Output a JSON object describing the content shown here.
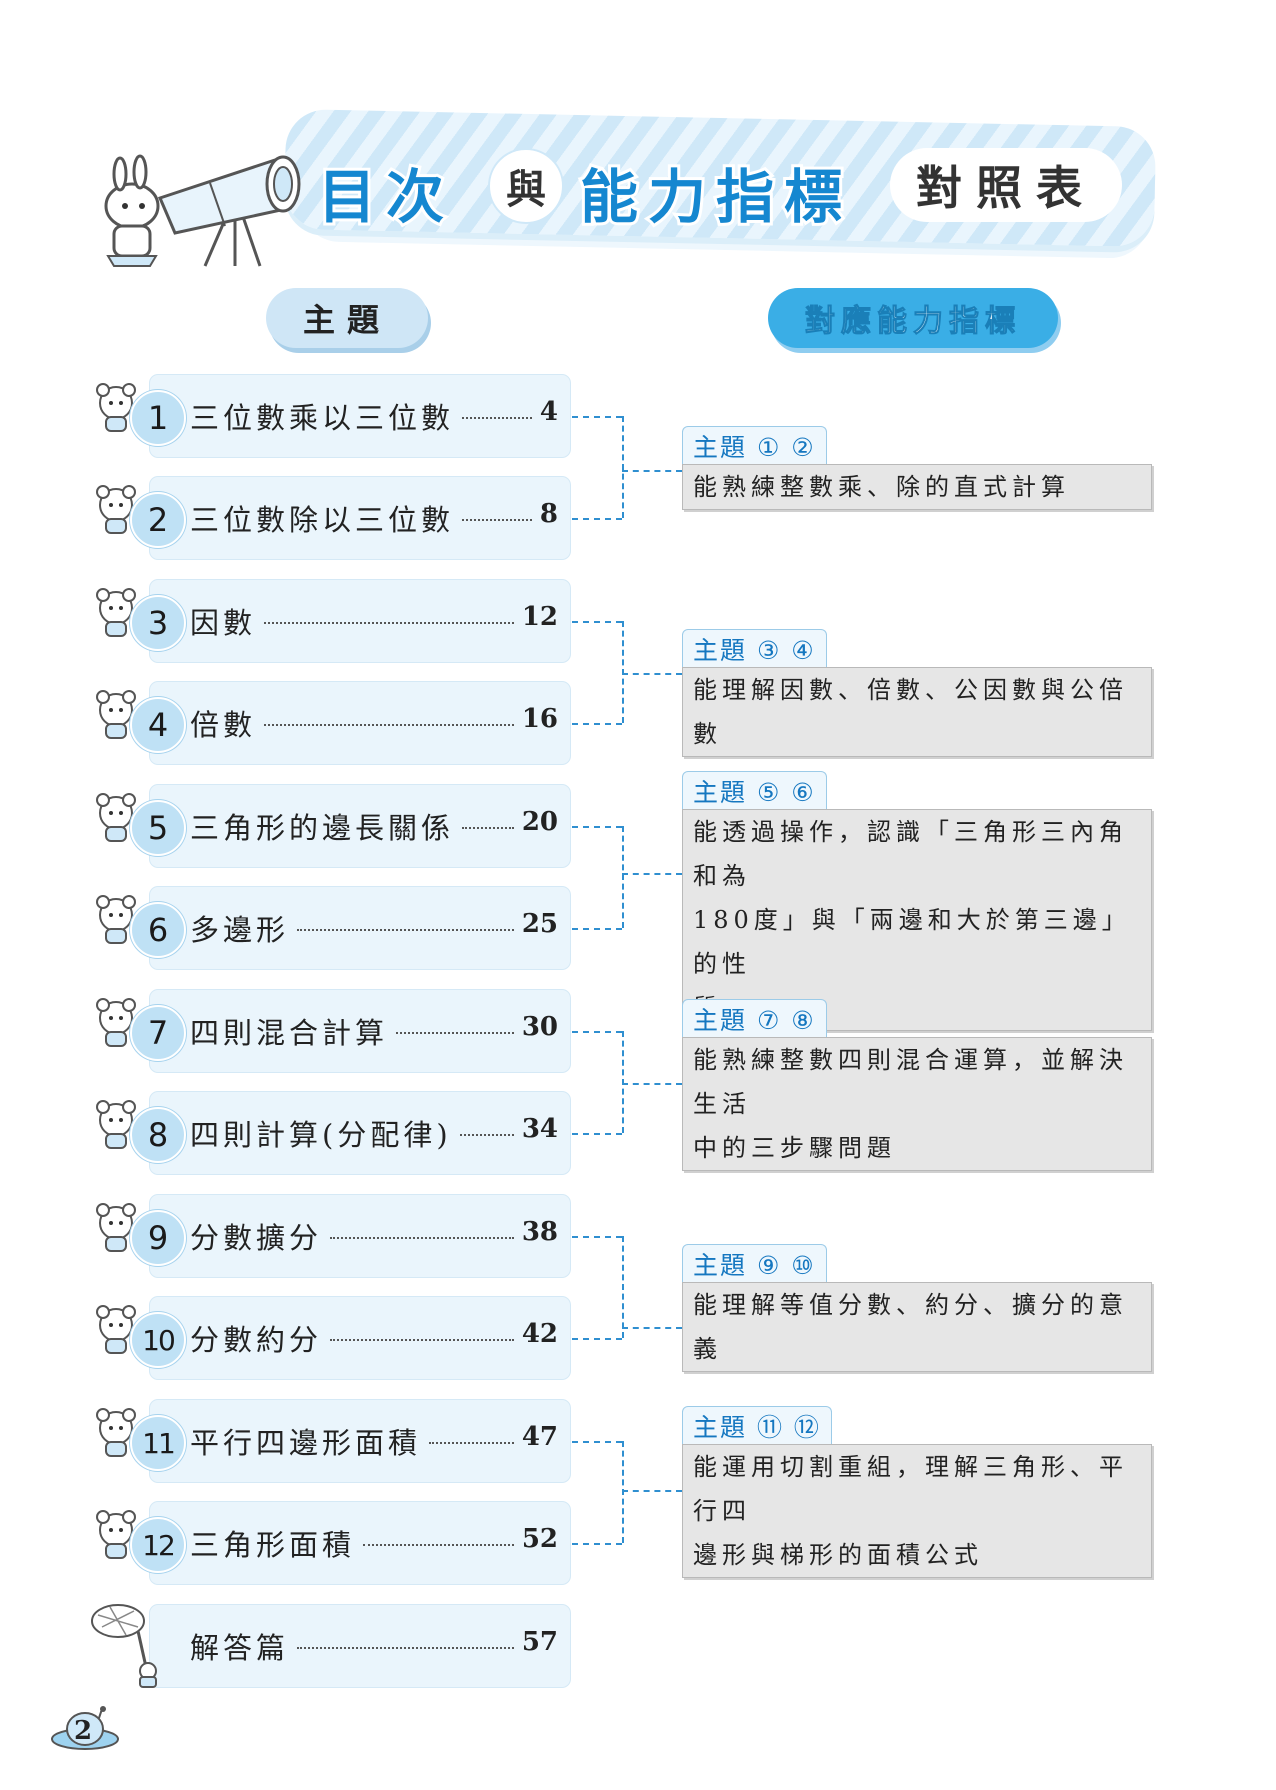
{
  "header": {
    "title_part1": "目次",
    "title_and": "與",
    "title_part2": "能力指標",
    "title_part3": "對照表"
  },
  "columns": {
    "left": "主題",
    "right": "對應能力指標"
  },
  "topics": [
    {
      "num": "1",
      "title": "三位數乘以三位數",
      "page": "4"
    },
    {
      "num": "2",
      "title": "三位數除以三位數",
      "page": "8"
    },
    {
      "num": "3",
      "title": "因數",
      "page": "12"
    },
    {
      "num": "4",
      "title": "倍數",
      "page": "16"
    },
    {
      "num": "5",
      "title": "三角形的邊長關係",
      "page": "20"
    },
    {
      "num": "6",
      "title": "多邊形",
      "page": "25"
    },
    {
      "num": "7",
      "title": "四則混合計算",
      "page": "30"
    },
    {
      "num": "8",
      "title": "四則計算(分配律)",
      "page": "34"
    },
    {
      "num": "9",
      "title": "分數擴分",
      "page": "38"
    },
    {
      "num": "10",
      "title": "分數約分",
      "page": "42"
    },
    {
      "num": "11",
      "title": "平行四邊形面積",
      "page": "47"
    },
    {
      "num": "12",
      "title": "三角形面積",
      "page": "52"
    },
    {
      "num": "",
      "title": "解答篇",
      "page": "57"
    }
  ],
  "abilities": [
    {
      "tab": "主題 ① ②",
      "lines": [
        "能熟練整數乘、除的直式計算"
      ]
    },
    {
      "tab": "主題 ③ ④",
      "lines": [
        "能理解因數、倍數、公因數與公倍數"
      ]
    },
    {
      "tab": "主題 ⑤ ⑥",
      "lines": [
        "能透過操作，認識「三角形三內角和為",
        "180度」與「兩邊和大於第三邊」的性",
        "質"
      ]
    },
    {
      "tab": "主題 ⑦ ⑧",
      "lines": [
        "能熟練整數四則混合運算，並解決生活",
        "中的三步驟問題"
      ]
    },
    {
      "tab": "主題 ⑨ ⑩",
      "lines": [
        "能理解等值分數、約分、擴分的意義"
      ]
    },
    {
      "tab": "主題 ⑪ ⑫",
      "lines": [
        "能運用切割重組，理解三角形、平行四",
        "邊形與梯形的面積公式"
      ]
    }
  ],
  "footer": {
    "page_number": "2"
  },
  "colors": {
    "accent_blue": "#1587d0",
    "light_blue": "#eaf5fc",
    "tab_blue_text": "#1577c0",
    "gray_box": "#e6e6e6"
  }
}
